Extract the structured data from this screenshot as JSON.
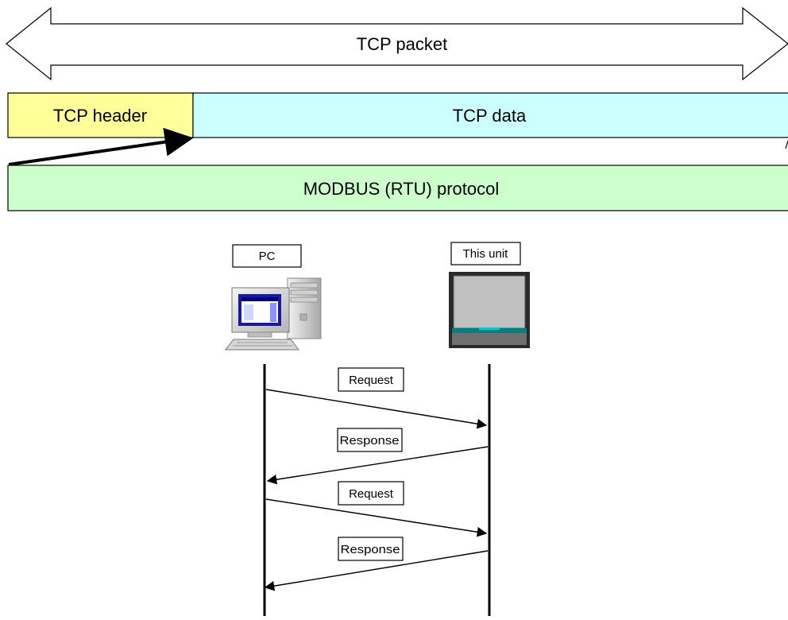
{
  "packet": {
    "label": "TCP packet",
    "header_label": "TCP header",
    "data_label": "TCP data",
    "protocol_label": "MODBUS (RTU) protocol"
  },
  "nodes": {
    "pc_label": "PC",
    "unit_label": "This unit"
  },
  "messages": [
    {
      "label": "Request",
      "direction": "pc-to-unit"
    },
    {
      "label": "Response",
      "direction": "unit-to-pc"
    },
    {
      "label": "Request",
      "direction": "pc-to-unit"
    },
    {
      "label": "Response",
      "direction": "unit-to-pc"
    }
  ],
  "colors": {
    "header_fill": "#ffff99",
    "data_fill": "#ccffff",
    "protocol_fill": "#ccffcc",
    "unit_screen": "#c0c0c0",
    "unit_band": "#008080"
  }
}
